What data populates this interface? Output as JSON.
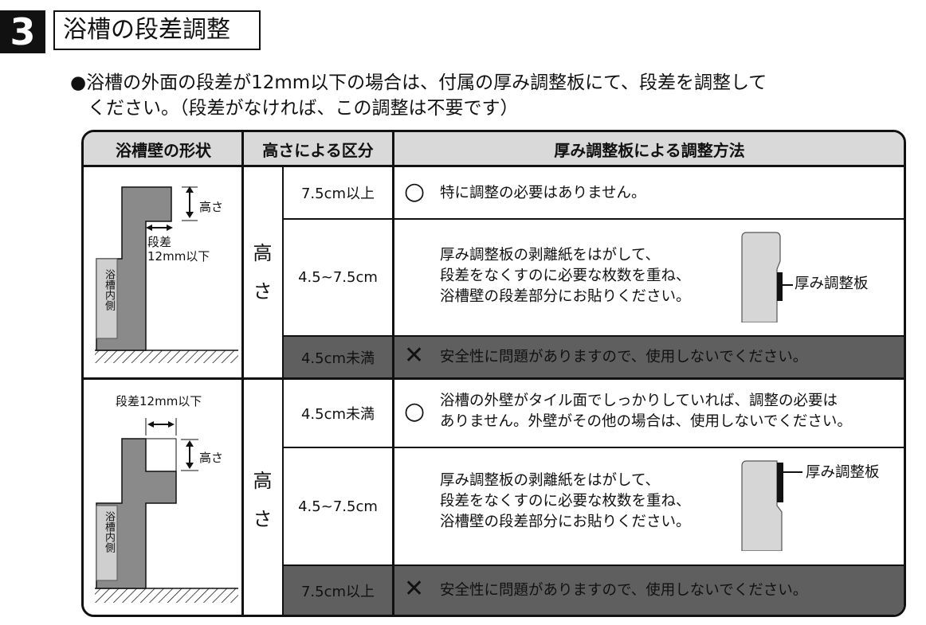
{
  "heading": {
    "step_number": "3",
    "title": "浴槽の段差調整"
  },
  "intro": {
    "line1": "●浴槽の外面の段差が12mm以下の場合は、付属の厚み調整板にて、段差を調整して",
    "line2": "ください。（段差がなければ、この調整は不要です）"
  },
  "table": {
    "headers": {
      "shape": "浴槽壁の形状",
      "height_class": "高さによる区分",
      "method": "厚み調整板による調整方法"
    },
    "section1": {
      "diagram": {
        "height_label": "高さ",
        "step_label_1": "段差",
        "step_label_2": "12mm以下",
        "inner_label": "浴槽内側"
      },
      "height_label": "高さ",
      "rows": [
        {
          "range": "7.5cm以上",
          "mark": "○",
          "text": "特に調整の必要はありません。",
          "shaded": false
        },
        {
          "range": "4.5~7.5cm",
          "mark": "",
          "text_lines": [
            "厚み調整板の剥離紙をはがして、",
            "段差をなくすのに必要な枚数を重ね、",
            "浴槽壁の段差部分にお貼りください。"
          ],
          "plate_label": "厚み調整板",
          "shaded": false
        },
        {
          "range": "4.5cm未満",
          "mark": "✕",
          "text": "安全性に問題がありますので、使用しないでください。",
          "shaded": true
        }
      ]
    },
    "section2": {
      "diagram": {
        "step_label": "段差12mm以下",
        "height_label": "高さ",
        "inner_label": "浴槽内側"
      },
      "height_label": "高さ",
      "rows": [
        {
          "range": "4.5cm未満",
          "mark": "○",
          "text_lines": [
            "浴槽の外壁がタイル面でしっかりしていれば、調整の必要は",
            "ありません。外壁がその他の場合は、使用しないでください。"
          ],
          "shaded": false
        },
        {
          "range": "4.5~7.5cm",
          "mark": "",
          "text_lines": [
            "厚み調整板の剥離紙をはがして、",
            "段差をなくすのに必要な枚数を重ね、",
            "浴槽壁の段差部分にお貼りください。"
          ],
          "plate_label": "厚み調整板",
          "shaded": false
        },
        {
          "range": "7.5cm以上",
          "mark": "✕",
          "text": "安全性に問題がありますので、使用しないでください。",
          "shaded": true
        }
      ]
    }
  }
}
